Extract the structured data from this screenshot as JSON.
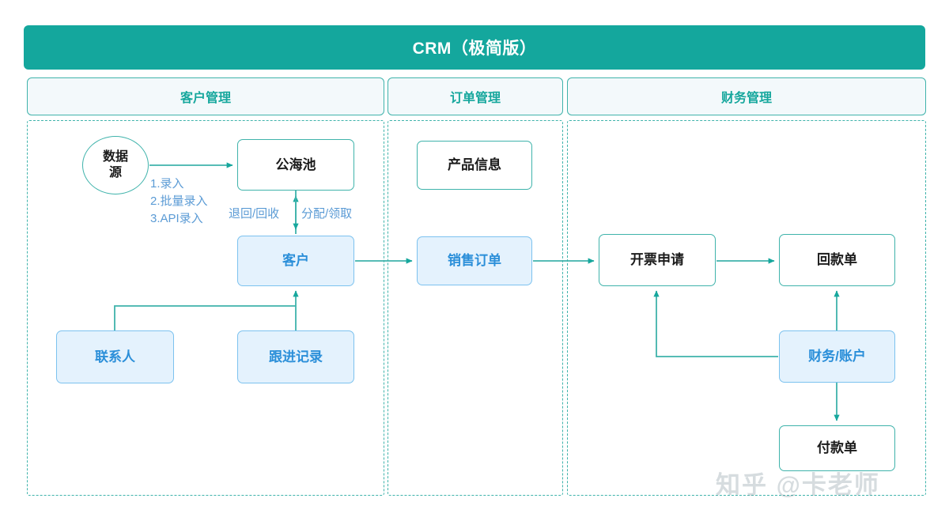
{
  "header": {
    "title": "CRM（极简版）",
    "accent": "#14a79d"
  },
  "colors": {
    "teal": "#14a79d",
    "teal_line": "#3fb3ab",
    "blue_fill": "#e4f2fd",
    "blue_border": "#7cc2ef",
    "blue_text": "#2b8fd9",
    "label_blue": "#5b9bd5",
    "section_fill": "#f3f9fb"
  },
  "sections": [
    {
      "id": "customer",
      "label": "客户管理"
    },
    {
      "id": "order",
      "label": "订单管理"
    },
    {
      "id": "finance",
      "label": "财务管理"
    }
  ],
  "nodes": [
    {
      "id": "data-source",
      "label": "数据\n源",
      "style": "circle",
      "section": "customer"
    },
    {
      "id": "public-pool",
      "label": "公海池",
      "style": "plain",
      "section": "customer"
    },
    {
      "id": "customer",
      "label": "客户",
      "style": "blue",
      "section": "customer"
    },
    {
      "id": "contact",
      "label": "联系人",
      "style": "blue",
      "section": "customer"
    },
    {
      "id": "follow-up",
      "label": "跟进记录",
      "style": "blue",
      "section": "customer"
    },
    {
      "id": "product-info",
      "label": "产品信息",
      "style": "plain",
      "section": "order"
    },
    {
      "id": "sales-order",
      "label": "销售订单",
      "style": "blue",
      "section": "order"
    },
    {
      "id": "invoice-req",
      "label": "开票申请",
      "style": "plain",
      "section": "finance"
    },
    {
      "id": "receipt",
      "label": "回款单",
      "style": "plain",
      "section": "finance"
    },
    {
      "id": "finance-acct",
      "label": "财务/账户",
      "style": "blue",
      "section": "finance"
    },
    {
      "id": "payment",
      "label": "付款单",
      "style": "plain",
      "section": "finance"
    }
  ],
  "edge_labels": [
    {
      "id": "entry-methods",
      "text": "1.录入\n2.批量录入\n3.API录入"
    },
    {
      "id": "return-recycle",
      "text": "退回/回收"
    },
    {
      "id": "assign-claim",
      "text": "分配/领取"
    }
  ],
  "edges": [
    {
      "from": "data-source",
      "to": "public-pool",
      "label": "entry-methods"
    },
    {
      "from": "public-pool",
      "to": "customer",
      "label": "return-recycle",
      "bidirectional": true
    },
    {
      "from": "customer",
      "to": "public-pool",
      "label": "assign-claim"
    },
    {
      "from": "contact",
      "to": "customer",
      "label": ""
    },
    {
      "from": "follow-up",
      "to": "customer",
      "label": ""
    },
    {
      "from": "customer",
      "to": "sales-order",
      "label": ""
    },
    {
      "from": "sales-order",
      "to": "invoice-req",
      "label": ""
    },
    {
      "from": "invoice-req",
      "to": "receipt",
      "label": ""
    },
    {
      "from": "finance-acct",
      "to": "invoice-req",
      "label": ""
    },
    {
      "from": "finance-acct",
      "to": "receipt",
      "label": ""
    },
    {
      "from": "finance-acct",
      "to": "payment",
      "label": ""
    }
  ],
  "watermark": {
    "text": "知乎 @卡老师"
  }
}
